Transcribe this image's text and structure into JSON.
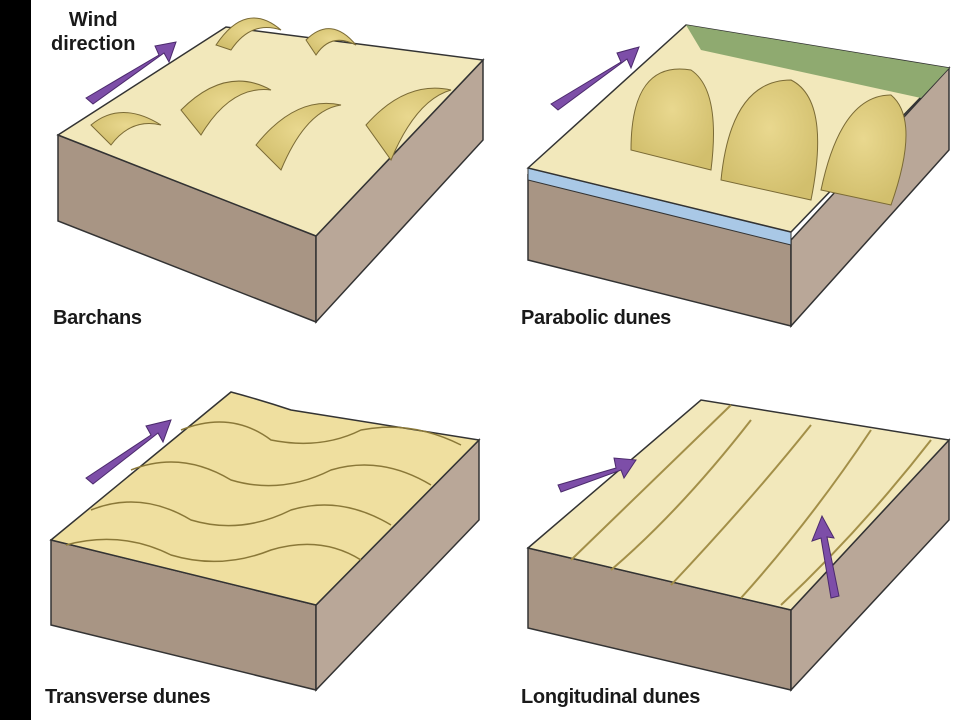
{
  "legend": {
    "wind_line1": "Wind",
    "wind_line2": "direction"
  },
  "panels": [
    {
      "label": "Barchans"
    },
    {
      "label": "Parabolic dunes"
    },
    {
      "label": "Transverse dunes"
    },
    {
      "label": "Longitudinal dunes"
    }
  ],
  "colors": {
    "sand": "#efe3ad",
    "sand_shadow": "#cdbb6c",
    "block_side": "#a59283",
    "block_front": "#b7a597",
    "water": "#a9c8e6",
    "vegetation": "#8faa70",
    "arrow": "#7d4ea8",
    "background": "#ffffff"
  }
}
